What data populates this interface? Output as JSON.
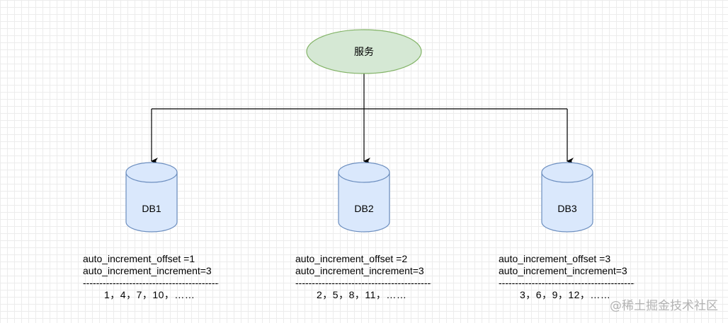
{
  "service": {
    "label": "服务",
    "fill": "#d5e8d4",
    "stroke": "#82b366"
  },
  "databases": [
    {
      "label": "DB1",
      "offset_line": "auto_increment_offset =1",
      "increment_line": "auto_increment_increment=3",
      "separator": "-------------------------------------------------------",
      "sequence": "1，4，7，10，……"
    },
    {
      "label": "DB2",
      "offset_line": "auto_increment_offset =2",
      "increment_line": "auto_increment_increment=3",
      "separator": "-------------------------------------------------------",
      "sequence": "2，5，8，11，……"
    },
    {
      "label": "DB3",
      "offset_line": "auto_increment_offset =3",
      "increment_line": "auto_increment_increment=3",
      "separator": "-------------------------------------------------------",
      "sequence": "3，6，9，12，……"
    }
  ],
  "db_style": {
    "fill": "#dae8fc",
    "stroke": "#6c8ebf"
  },
  "watermark": "@稀土掘金技术社区"
}
